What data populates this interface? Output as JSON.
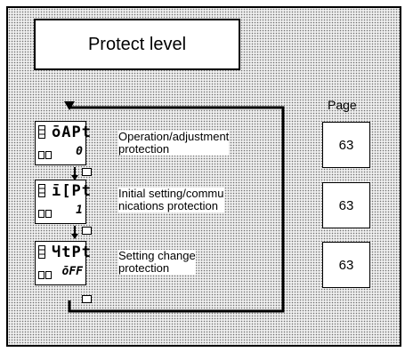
{
  "title": "Protect level",
  "page_header": "Page",
  "items": [
    {
      "code": "ōAPt",
      "value": "0",
      "label_line1": "Operation/adjustment",
      "label_line2": "protection",
      "page": "63"
    },
    {
      "code": "ī[Pt",
      "value": "1",
      "label_line1": "Initial setting/commu",
      "label_line2": "nications protection",
      "page": "63"
    },
    {
      "code": "ЧtPt",
      "value": "ōFF",
      "label_line1": "Setting change",
      "label_line2": "protection",
      "page": "63"
    }
  ]
}
